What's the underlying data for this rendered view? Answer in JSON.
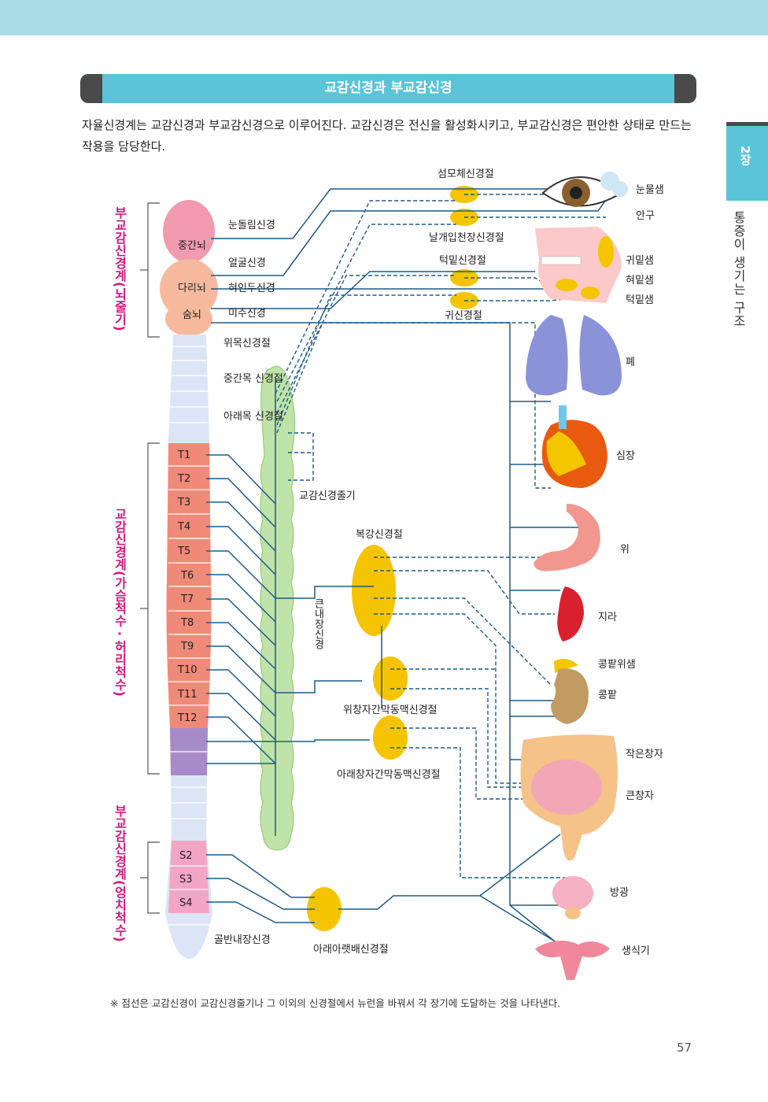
{
  "section_title": "교감신경과 부교감신경",
  "intro_text": "자율신경계는 교감신경과 부교감신경으로 이루어진다. 교감신경은 전신을 활성화시키고, 부교감신경은 편안한 상태로 만드는 작용을 담당한다.",
  "chapter_tab": "2장",
  "chapter_title": "통증이 생기는 구조",
  "side_labels": {
    "parasympathetic_brain": "부교감신경계(뇌줄기)",
    "sympathetic": "교감신경계(가슴척수 · 허리척수)",
    "parasympathetic_sacral": "부교감신경계(엉치척수)"
  },
  "brain_parts": [
    "중간뇌",
    "다리뇌",
    "숨뇌"
  ],
  "cranial_nerves": [
    "눈돌림신경",
    "얼굴신경",
    "혀인두신경",
    "미주신경",
    "위목신경절"
  ],
  "cervical_ganglia": [
    "중간목 신경절",
    "아래목 신경절"
  ],
  "spinal_segments": [
    "T1",
    "T2",
    "T3",
    "T4",
    "T5",
    "T6",
    "T7",
    "T8",
    "T9",
    "T10",
    "T11",
    "T12"
  ],
  "sacral_segments": [
    "S2",
    "S3",
    "S4"
  ],
  "ganglia": {
    "ciliary": "섬모체신경절",
    "pterygopalatine": "날개입천장신경절",
    "submandibular": "턱밑신경절",
    "otic": "귀신경절",
    "sympathetic_trunk": "교감신경줄기",
    "celiac": "복강신경절",
    "splanchnic": "큰내장신경",
    "superior_mesenteric": "위창자간막동맥신경절",
    "inferior_mesenteric": "아래창자간막동맥신경절",
    "inferior_hypogastric": "아래아랫배신경절",
    "pelvic_splanchnic": "골반내장신경"
  },
  "organs": [
    "눈물샘",
    "안구",
    "귀밑샘",
    "혀밑샘",
    "턱밑샘",
    "폐",
    "심장",
    "위",
    "지라",
    "콩팥위샘",
    "콩팥",
    "작은창자",
    "큰창자",
    "방광",
    "생식기"
  ],
  "footnote": "※ 점선은 교감신경이 교감신경줄기나 그 이외의 신경절에서 뉴런을 바꿔서 각 장기에 도달하는 것을 나타낸다.",
  "page_number": "57",
  "colors": {
    "accent": "#5bc4d8",
    "nerve": "#1f5a86",
    "ganglion": "#f5c400",
    "side_label": "#d6167f"
  }
}
